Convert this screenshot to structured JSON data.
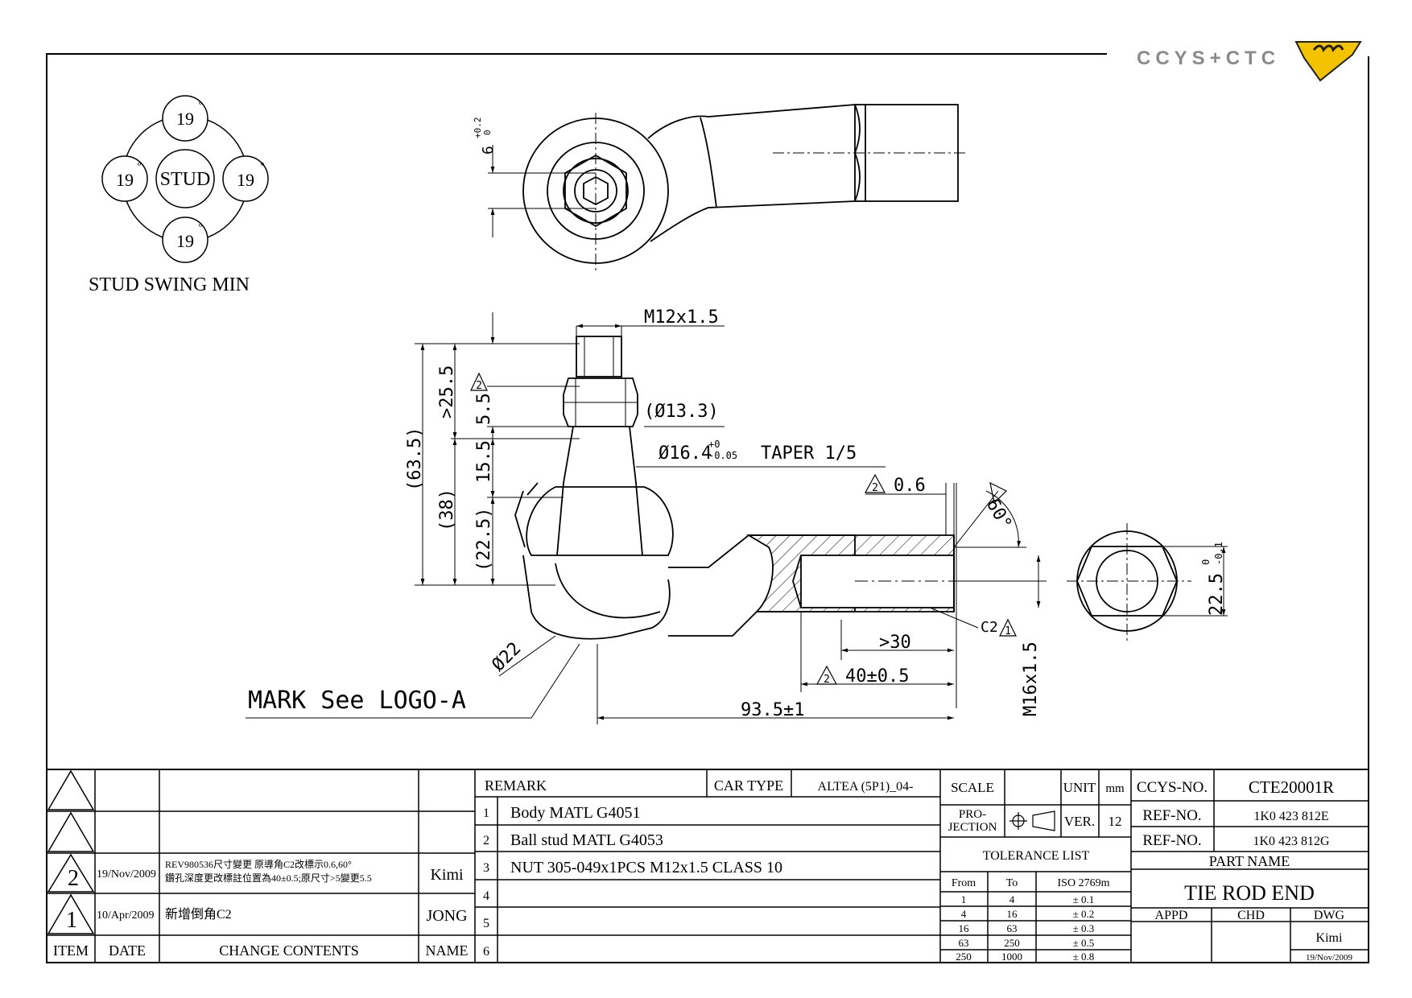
{
  "logo": {
    "text": "CCYS+CTC"
  },
  "stud_swing": {
    "top": "19",
    "left": "19",
    "right": "19",
    "bottom": "19",
    "center": "STUD",
    "degree": "°",
    "caption": "STUD SWING MIN"
  },
  "top_view": {
    "eye_height": "6",
    "eye_tol_upper": "+0.2",
    "eye_tol_lower": "0"
  },
  "dims": {
    "thread": "M12x1.5",
    "overall_height": "(63.5)",
    "stud_length": ">25.5",
    "d38": "(38)",
    "d5_5": "5.5",
    "d15_5": "15.5",
    "d22_5": "(22.5)",
    "nut_dia": "(Ø13.3)",
    "taper_base": "Ø16.4",
    "taper_tol_upper": "+0",
    "taper_tol_lower": "-0.05",
    "taper_text": "TAPER 1/5",
    "d0_6": "0.6",
    "angle": "60°",
    "hex": "22.5",
    "hex_tol_upper": "0",
    "hex_tol_lower": "-0.1",
    "chamfer": "C2",
    "d30": ">30",
    "d40": "40±0.5",
    "d93": "93.5±1",
    "body_dia": "Ø22",
    "thread_end": "M16x1.5",
    "mark": "MARK See LOGO-A",
    "rev_1": "1",
    "rev_2": "2"
  },
  "revisions": {
    "rows": [
      {
        "item": "",
        "date": "",
        "content": "",
        "content2": "",
        "name": ""
      },
      {
        "item": "",
        "date": "",
        "content": "",
        "content2": "",
        "name": ""
      },
      {
        "item": "2",
        "date": "19/Nov/2009",
        "content": "REV980536尺寸變更 原導角C2改標示0.6,60°",
        "content2": "鑽孔深度更改標註位置為40±0.5;原尺寸>5變更5.5",
        "name": "Kimi"
      },
      {
        "item": "1",
        "date": "10/Apr/2009",
        "content": "新增倒角C2",
        "content2": "",
        "name": "JONG"
      }
    ],
    "header": {
      "item": "ITEM",
      "date": "DATE",
      "content": "CHANGE CONTENTS",
      "name": "NAME"
    }
  },
  "remarks": {
    "label": "REMARK",
    "car_type_label": "CAR TYPE",
    "car_type": "ALTEA (5P1)_04-",
    "items": [
      {
        "no": "1",
        "text": "Body MATL G4051"
      },
      {
        "no": "2",
        "text": "Ball stud MATL G4053"
      },
      {
        "no": "3",
        "text": "NUT 305-049x1PCS M12x1.5 CLASS 10"
      },
      {
        "no": "4",
        "text": ""
      },
      {
        "no": "5",
        "text": ""
      },
      {
        "no": "6",
        "text": ""
      }
    ]
  },
  "scale": {
    "label": "SCALE",
    "value": "",
    "unit_label": "UNIT",
    "unit": "mm"
  },
  "projection": {
    "label1": "PRO-",
    "label2": "JECTION",
    "ver_label": "VER.",
    "ver": "12"
  },
  "tolerance": {
    "title": "TOLERANCE LIST",
    "headers": [
      "From",
      "To",
      "ISO 2769m"
    ],
    "rows": [
      [
        "1",
        "4",
        "± 0.1"
      ],
      [
        "4",
        "16",
        "± 0.2"
      ],
      [
        "16",
        "63",
        "± 0.3"
      ],
      [
        "63",
        "250",
        "± 0.5"
      ],
      [
        "250",
        "1000",
        "± 0.8"
      ]
    ]
  },
  "title_block": {
    "ccys_label": "CCYS-NO.",
    "ccys_no": "CTE20001R",
    "ref_label": "REF-NO.",
    "ref1": "1K0 423 812E",
    "ref2": "1K0 423 812G",
    "part_name_label": "PART NAME",
    "part_name": "TIE ROD END",
    "appd": "APPD",
    "chd": "CHD",
    "dwg": "DWG",
    "drawer": "Kimi",
    "date": "19/Nov/2009"
  }
}
